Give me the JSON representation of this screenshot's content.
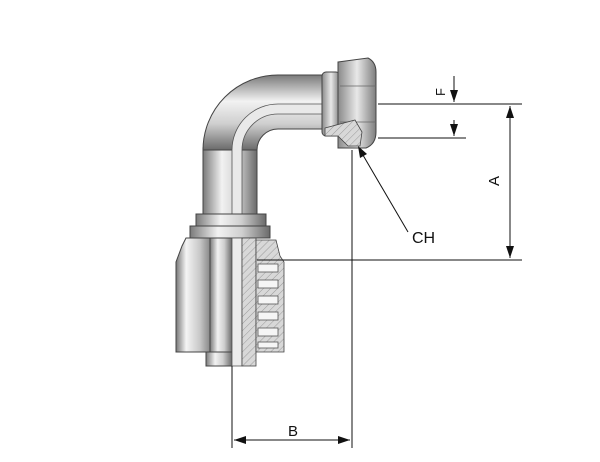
{
  "labels": {
    "a": "A",
    "b": "B",
    "f": "F",
    "ch": "CH"
  },
  "colors": {
    "line": "#111111",
    "metal_dark": "#6f6f6f",
    "metal_mid": "#b9b9b9",
    "metal_light": "#ebebeb",
    "section": "#d2d2d2"
  }
}
